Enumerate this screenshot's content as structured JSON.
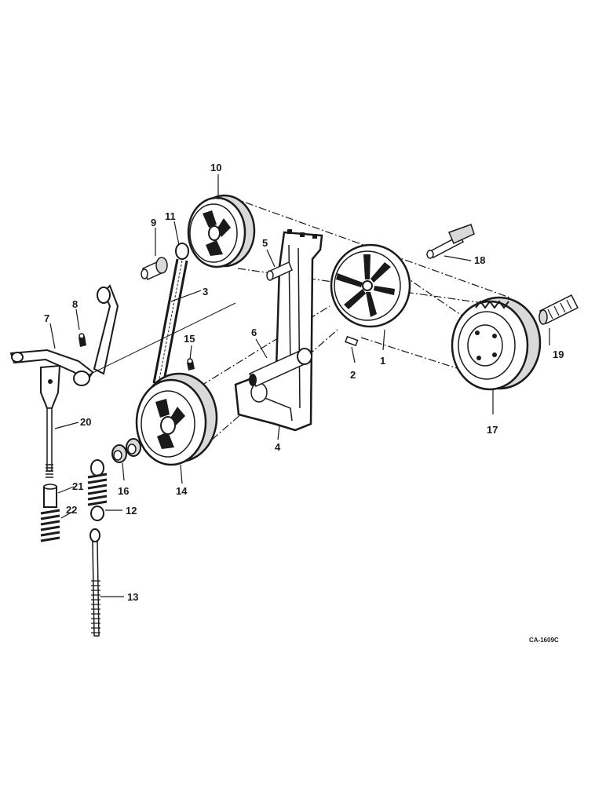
{
  "drawing_code": "CA-1609C",
  "callouts": {
    "c1": "1",
    "c2": "2",
    "c3": "3",
    "c4": "4",
    "c5": "5",
    "c6": "6",
    "c7": "7",
    "c8": "8",
    "c9": "9",
    "c10": "10",
    "c11": "11",
    "c12": "12",
    "c13": "13",
    "c14": "14",
    "c15": "15",
    "c16": "16",
    "c17": "17",
    "c18": "18",
    "c19": "19",
    "c20": "20",
    "c21": "21",
    "c22": "22"
  }
}
